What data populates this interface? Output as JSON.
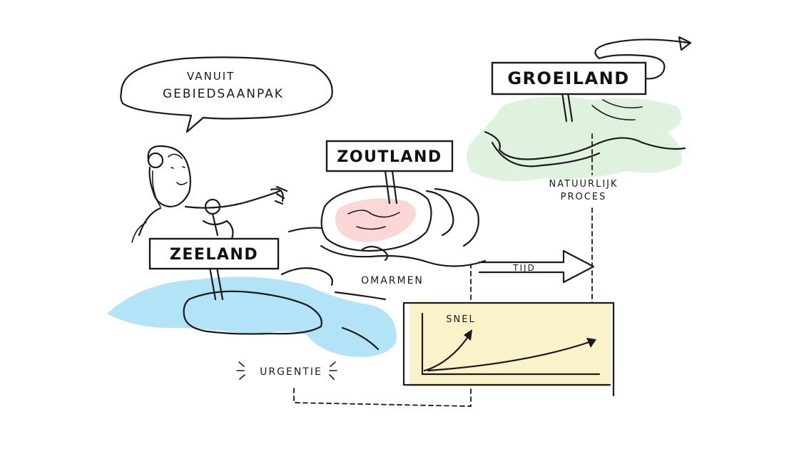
{
  "speech": {
    "line1": "VANUIT",
    "line2": "GEBIEDSAANPAK"
  },
  "signs": {
    "zeeland": "ZEELAND",
    "zoutland": "ZOUTLAND",
    "groeiland": "GROEILAND"
  },
  "labels": {
    "omarmen": "OMARMEN",
    "tijd": "TIJD",
    "natuurlijk_line1": "NATUURLIJK",
    "natuurlijk_line2": "PROCES",
    "snel": "SNEL",
    "urgentie": "URGENTIE"
  },
  "colors": {
    "zeeland_water": "#b3e3f7",
    "zoutland_salt": "#f9d7d7",
    "groeiland_green": "#dff2dd",
    "graph_panel": "#faf2c8",
    "ink": "#1a1a1a"
  }
}
